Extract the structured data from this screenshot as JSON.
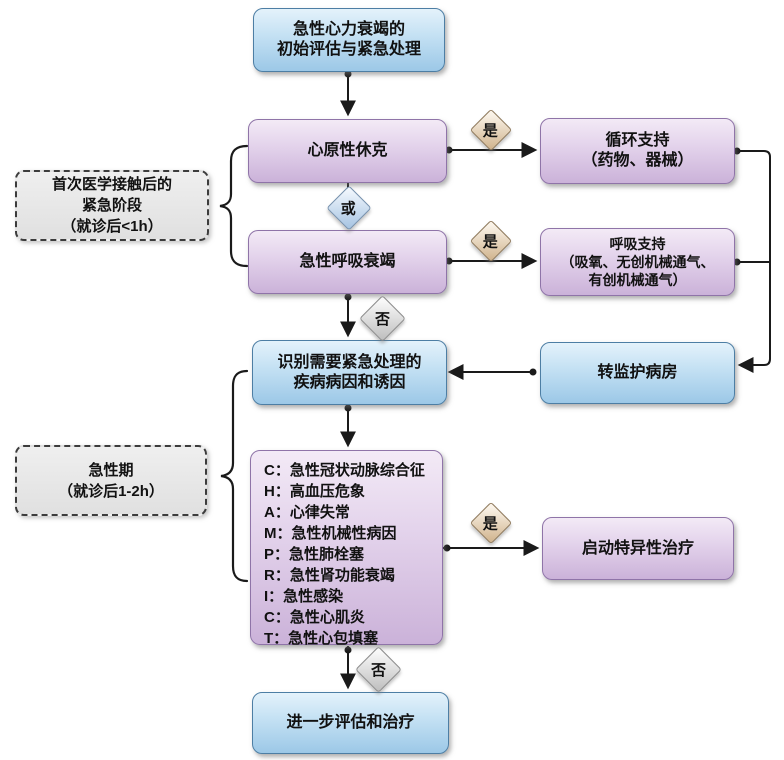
{
  "nodes": {
    "start": {
      "line1": "急性心力衰竭的",
      "line2": "初始评估与紧急处理"
    },
    "shock": {
      "label": "心原性休克"
    },
    "circ_support": {
      "line1": "循环支持",
      "line2": "（药物、器械）"
    },
    "resp_failure": {
      "label": "急性呼吸衰竭"
    },
    "resp_support": {
      "line1": "呼吸支持",
      "line2": "（吸氧、无创机械通气、",
      "line3": "有创机械通气）"
    },
    "identify": {
      "line1": "识别需要紧急处理的",
      "line2": "疾病病因和诱因"
    },
    "icu": {
      "label": "转监护病房"
    },
    "champ": {
      "items": [
        "C：急性冠状动脉综合征",
        "H：高血压危象",
        "A：心律失常",
        "M：急性机械性病因",
        "P：急性肺栓塞",
        "R：急性肾功能衰竭",
        "I：急性感染",
        "C：急性心肌炎",
        "T：急性心包填塞"
      ]
    },
    "specific": {
      "label": "启动特异性治疗"
    },
    "further": {
      "label": "进一步评估和治疗"
    }
  },
  "stage_labels": {
    "stage1": {
      "line1": "首次医学接触后的",
      "line2": "紧急阶段",
      "line3": "（就诊后<1h）"
    },
    "stage2": {
      "line1": "急性期",
      "line2": "（就诊后1-2h）"
    }
  },
  "decision_labels": {
    "yes": "是",
    "or": "或",
    "no": "否"
  },
  "colors": {
    "blue_node": "#9cc8e7",
    "purple_node": "#cbb2d9",
    "yes_diamond": "#d2b691",
    "or_diamond": "#a9c6e3",
    "no_diamond": "#c1c1c1",
    "stage_box": "#e6e6e6",
    "connector": "#1a1a1a"
  }
}
